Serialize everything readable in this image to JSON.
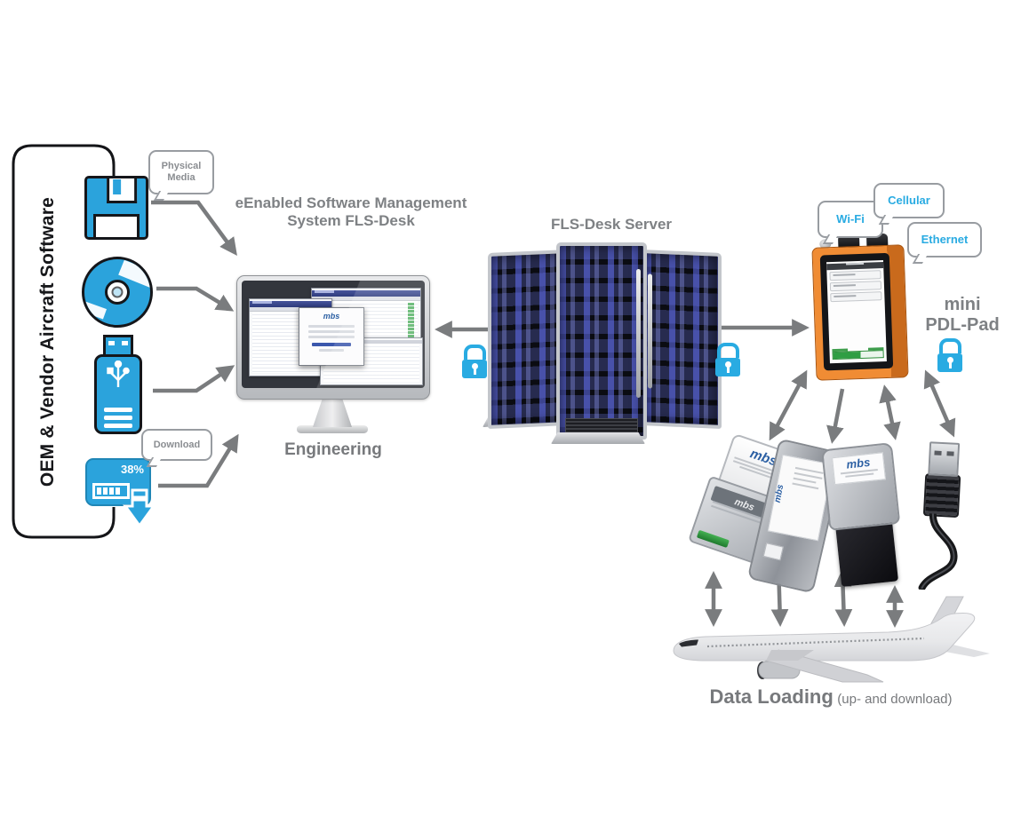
{
  "diagram": {
    "oem_panel": {
      "label": "OEM & Vendor Aircraft Software",
      "physical_media_bubble": "Physical Media",
      "download_bubble": "Download",
      "download_progress": "38%"
    },
    "engineering": {
      "title_line1": "eEnabled Software Management",
      "title_line2": "System FLS-Desk",
      "station_label": "Engineering",
      "login_logo": "mbs"
    },
    "server": {
      "label": "FLS-Desk Server"
    },
    "pdl_pad": {
      "label_line1": "mini",
      "label_line2": "PDL-Pad",
      "wifi_bubble": "Wi-Fi",
      "cellular_bubble": "Cellular",
      "ethernet_bubble": "Ethernet"
    },
    "media_devices": {
      "card_reader_logo": "mbs",
      "card_reader_ghost_logo": "mbs",
      "pcmcia_card_logo": "mbs",
      "card_adapter_logo": "mbs"
    },
    "aircraft": {
      "label": "Data Loading",
      "sublabel": "(up- and download)"
    },
    "colors": {
      "accent_blue": "#2BA3DC",
      "lock_blue": "#29ABE2",
      "arrow_gray": "#7A7C7E",
      "label_gray": "#7E8184",
      "pdl_orange": "#F08C34",
      "mbs_blue": "#2B5FA3",
      "progress_green": "#2F9E44"
    }
  }
}
